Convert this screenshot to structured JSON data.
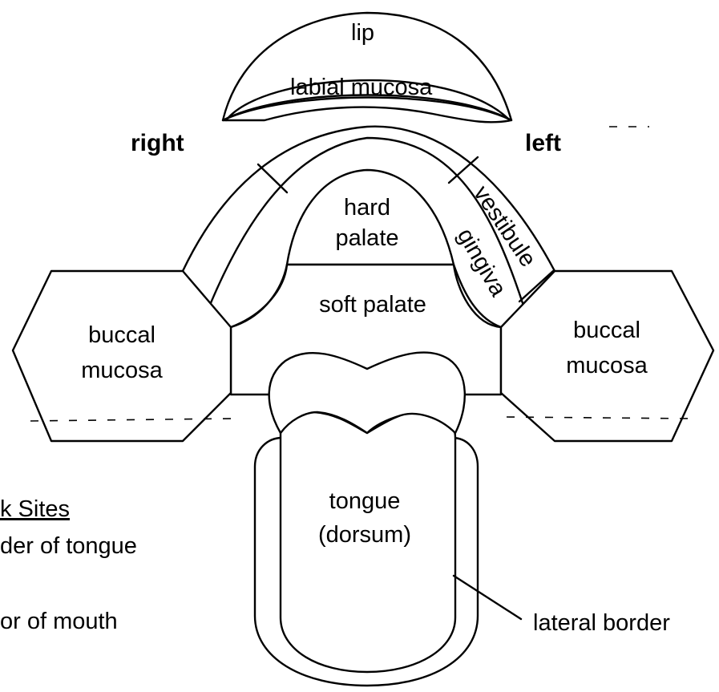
{
  "diagram": {
    "orientation": {
      "right": "right",
      "left": "left"
    },
    "regions": {
      "lip": "lip",
      "labial_mucosa": "labial mucosa",
      "hard_palate_line1": "hard",
      "hard_palate_line2": "palate",
      "soft_palate": "soft palate",
      "vestibule": "vestibule",
      "gingiva": "gingiva",
      "buccal_right_line1": "buccal",
      "buccal_right_line2": "mucosa",
      "buccal_left_line1": "buccal",
      "buccal_left_line2": "mucosa",
      "tongue_line1": "tongue",
      "tongue_line2": "(dorsum)",
      "lateral_border": "lateral border"
    },
    "legend": {
      "heading": "k Sites",
      "item1": "der of tongue",
      "item2": "or of mouth"
    }
  }
}
